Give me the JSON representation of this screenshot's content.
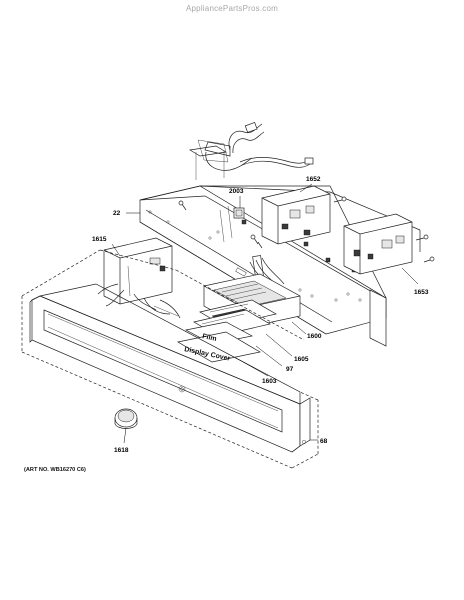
{
  "watermark": "AppliancePartsPros.com",
  "art_number": "(ART NO. WB16270 C6)",
  "panel_labels": {
    "film": "Film",
    "display_cover": "Display Cover"
  },
  "callouts": [
    {
      "id": "22",
      "label": "22"
    },
    {
      "id": "2003",
      "label": "2003"
    },
    {
      "id": "1652",
      "label": "1652"
    },
    {
      "id": "1615",
      "label": "1615"
    },
    {
      "id": "1653",
      "label": "1653"
    },
    {
      "id": "1600",
      "label": "1600"
    },
    {
      "id": "1605",
      "label": "1605"
    },
    {
      "id": "97",
      "label": "97"
    },
    {
      "id": "1603",
      "label": "1603"
    },
    {
      "id": "1618",
      "label": "1618"
    },
    {
      "id": "68",
      "label": "68"
    }
  ]
}
